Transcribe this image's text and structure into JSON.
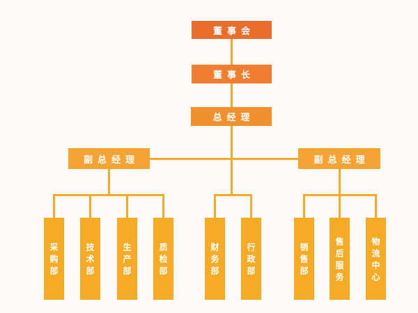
{
  "palette": {
    "level1_board": "#E96E2C",
    "level2_chairman": "#EF7E30",
    "level3_general_manager": "#F2902E",
    "level4_deputy": "#F5A433",
    "level5_departments": "#F6AB27",
    "connector": "#F7A928",
    "label_text": "#FFFFFF",
    "background": "#FCFAF6"
  },
  "org_chart": {
    "type": "org-chart",
    "root": {
      "label": "董事会"
    },
    "chairman": {
      "label": "董事长"
    },
    "general_manager": {
      "label": "总经理"
    },
    "deputies": [
      {
        "label": "副总经理"
      },
      {
        "label": "副总经理"
      }
    ],
    "departments": {
      "left": [
        "采购部",
        "技术部",
        "生产部",
        "质检部"
      ],
      "middle": [
        "财务部",
        "行政部"
      ],
      "right": [
        "销售部",
        "售后服务",
        "物流中心"
      ]
    }
  }
}
